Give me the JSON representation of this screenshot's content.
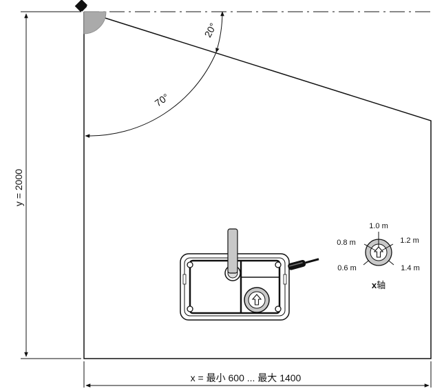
{
  "diagram": {
    "dimension_y_label": "y = 2000",
    "dimension_x_label": "x = 最小 600 ... 最大 1400",
    "angle_small_label": "20°",
    "angle_large_label": "70°",
    "dial": {
      "positions": [
        "0.6 m",
        "0.8 m",
        "1.0 m",
        "1.2 m",
        "1.4 m"
      ],
      "axis_label_bold": "x",
      "axis_label_rest": "轴"
    }
  },
  "colors": {
    "line": "#111111",
    "sensor_cone": "#aaaaaa",
    "device_fill": "#ffffff",
    "knob_gray": "#c8c8c8"
  }
}
